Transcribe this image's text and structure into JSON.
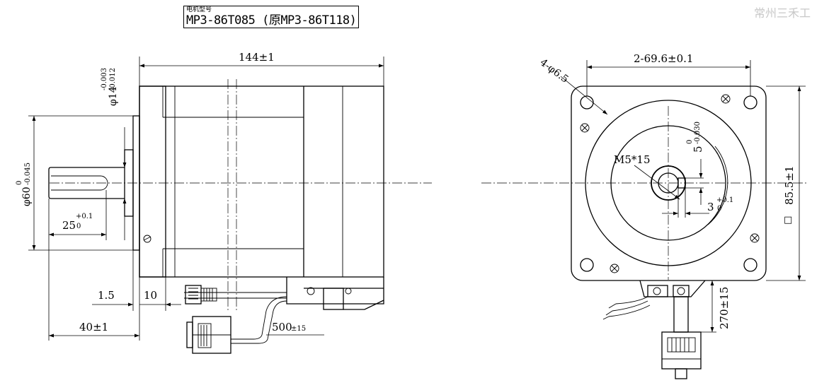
{
  "watermark": "常州三禾工",
  "model": {
    "label": "电机型号",
    "value": "MP3-86T085 (原MP3-86T118)"
  },
  "side_view": {
    "length": "144±1",
    "shaft_dia": "φ14",
    "shaft_dia_tol_upper": "-0.003",
    "shaft_dia_tol_lower": "-0.012",
    "flange_dia": "φ60",
    "flange_dia_tol_upper": "0",
    "flange_dia_tol_lower": "-0.045",
    "key_length": "25",
    "key_length_tol_upper": "+0.1",
    "key_length_tol_lower": "0",
    "pilot_height": "1.5",
    "flange_thickness": "10",
    "shaft_length": "40±1",
    "cable_length": "500",
    "cable_length_tol": "±15"
  },
  "front_view": {
    "hole_pitch": "2-69.6±0.1",
    "holes": "4-φ6.5",
    "thread": "M5*15",
    "key_width": "5",
    "key_width_tol_upper": "0",
    "key_width_tol_lower": "-0.030",
    "key_depth": "3",
    "key_depth_tol_upper": "+0.1",
    "key_depth_tol_lower": "0",
    "square_mark": "□",
    "square": "85.5±1",
    "cable_length": "270±15"
  }
}
